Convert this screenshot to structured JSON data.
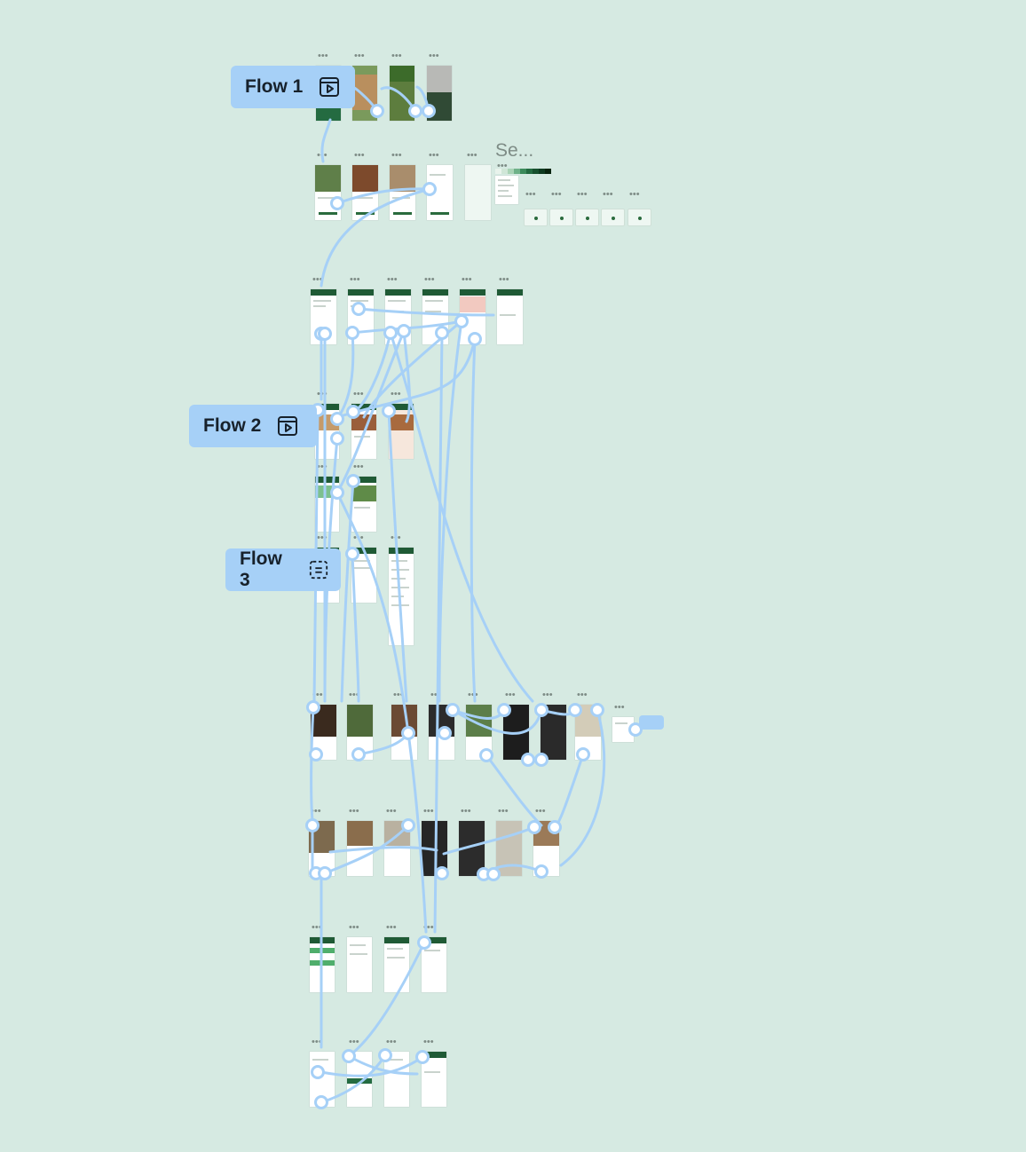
{
  "canvas": {
    "background": "#d6eae2",
    "connector_color": "#a6d0f7",
    "frame_menu_glyph": "•••"
  },
  "flows": [
    {
      "label": "Flow 1",
      "icon": "play-icon"
    },
    {
      "label": "Flow 2",
      "icon": "play-icon"
    },
    {
      "label": "Flow 3",
      "icon": "play-icon-dashed"
    }
  ],
  "styles_section": {
    "title": "Se...",
    "swatches": [
      "#e8f3ec",
      "#cfe6d7",
      "#a9d3b6",
      "#6fb189",
      "#3c8a5b",
      "#246b41",
      "#17502e",
      "#0e3a20",
      "#08240f"
    ]
  },
  "colors": {
    "brand_green": "#1f5a35",
    "flow_label_bg": "#a6d0f7",
    "flow_label_text": "#17212b"
  }
}
